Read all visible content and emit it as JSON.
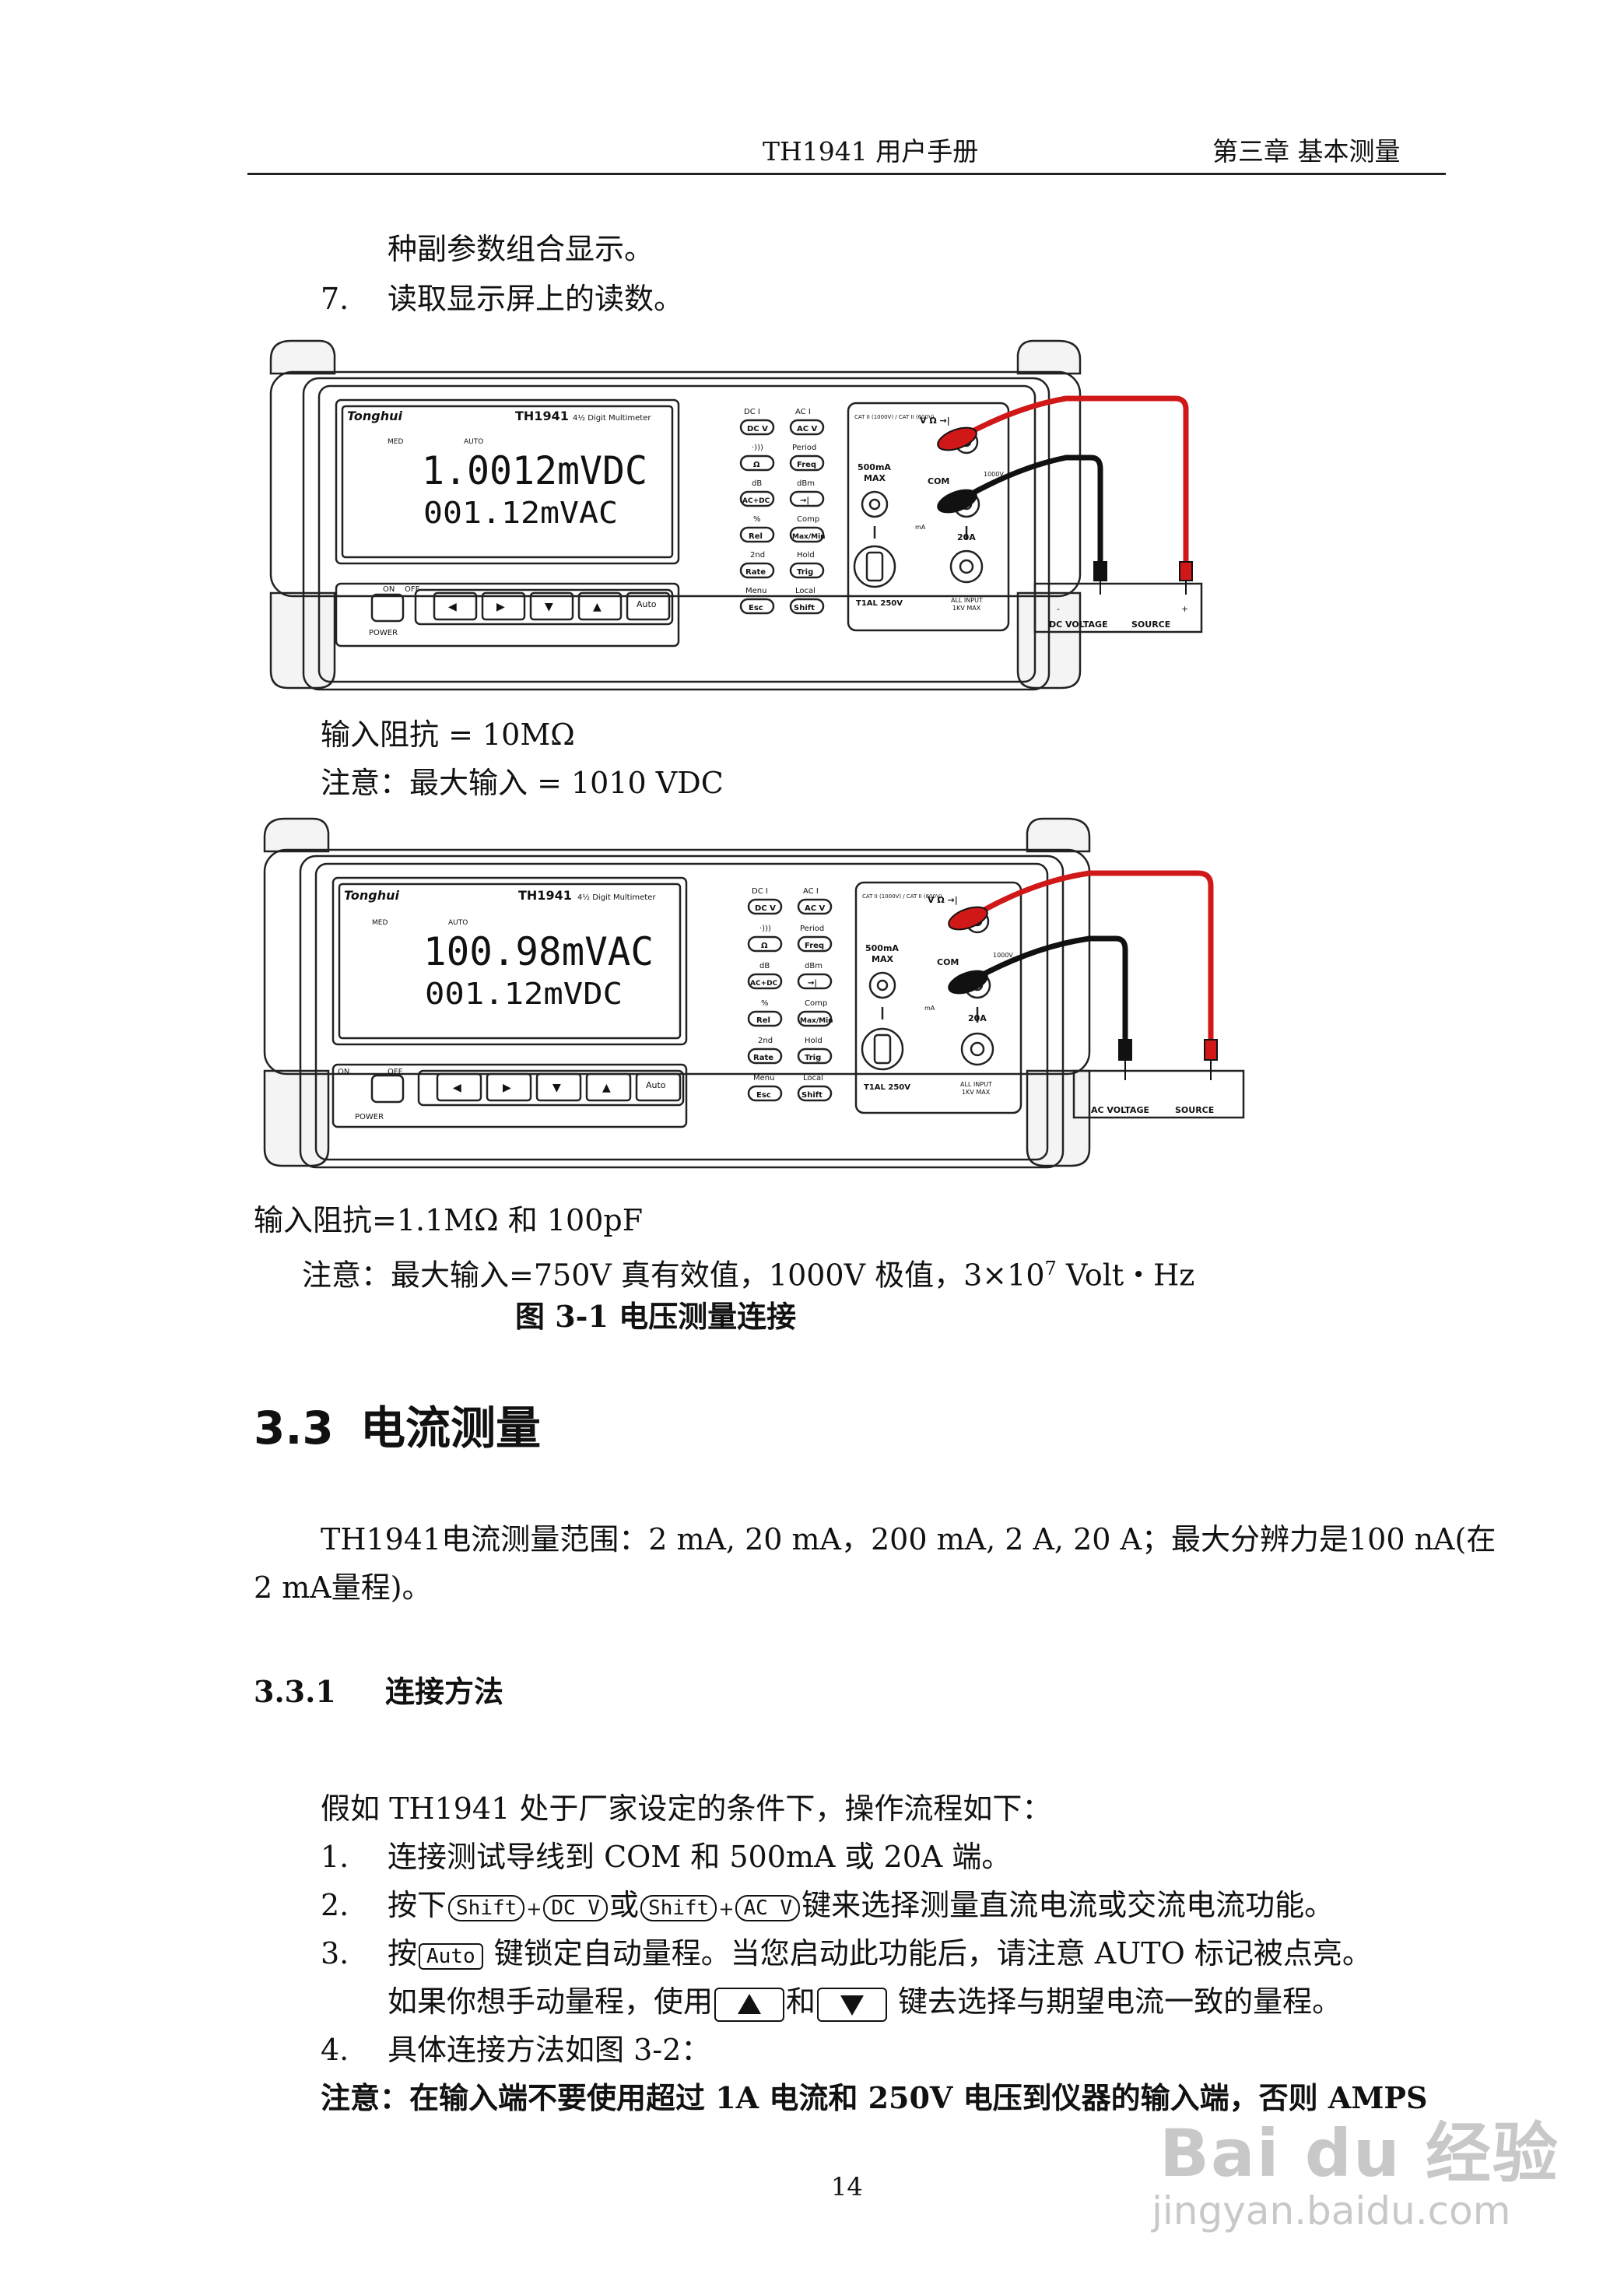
{
  "header": {
    "left": "TH1941  用户手册",
    "right": "第三章  基本测量"
  },
  "intro": {
    "continuation": "种副参数组合显示。",
    "step7_num": "7.",
    "step7_text": "读取显示屏上的读数。"
  },
  "meter_panel": {
    "brand": "Tonghui",
    "model": "TH1941",
    "model_sub": "4½ Digit Multimeter",
    "ind_med": "MED",
    "ind_auto": "AUTO",
    "col_dc": "DC I",
    "col_ac": "AC I",
    "keys_left": [
      "DC V",
      "Ω",
      "AC+DC",
      "Rel",
      "Rate",
      "Esc"
    ],
    "keys_right": [
      "AC V",
      "Freq",
      "→|",
      "Max/Min",
      "Trig",
      "Shift"
    ],
    "sub_left": [
      "",
      "·)))",
      "dB",
      "%",
      "2nd",
      "Menu"
    ],
    "sub_right": [
      "",
      "Period",
      "dBm",
      "Comp",
      "Hold",
      "Local"
    ],
    "nav_keys": [
      "◀",
      "▶",
      "▼",
      "▲",
      "Auto"
    ],
    "power_on": "ON",
    "power_off": "OFF",
    "power_label": "POWER",
    "term_vohm": "V Ω →|",
    "term_cat": "CAT II (1000V) / CAT II (600V)",
    "term_500ma": "500mA",
    "term_max": "MAX",
    "term_com": "COM",
    "term_1000v": "1000V",
    "term_ma": "mA",
    "term_20a": "20A",
    "term_fuse": "T1AL 250V",
    "term_allinput": "ALL INPUT",
    "term_1kv": "1KV MAX"
  },
  "fig1": {
    "line1": "1.0012mVDC",
    "line2": "001.12mVAC",
    "source_minus": "-",
    "source_plus": "+",
    "source_label_left": "DC VOLTAGE",
    "source_label_right": "SOURCE"
  },
  "fig1_notes": {
    "impedance": "输入阻抗 = 10MΩ",
    "max": "注意：最大输入 = 1010 VDC"
  },
  "fig2": {
    "line1": "100.98mVAC",
    "line2": "001.12mVDC",
    "source_label_left": "AC VOLTAGE",
    "source_label_right": "SOURCE"
  },
  "fig2_notes": {
    "impedance": "输入阻抗=1.1MΩ 和 100pF",
    "max_prefix": "注意：最大输入=750V 真有效值，1000V 极值，3×10",
    "max_exp": "7",
    "max_suffix": " Volt・Hz",
    "caption": "图 3-1  电压测量连接"
  },
  "section": {
    "number": "3.3",
    "title": "电流测量"
  },
  "section_body": {
    "line1": "TH1941电流测量范围：2 mA, 20 mA，200 mA, 2 A, 20 A；最大分辨力是100 nA(在",
    "line2": "2 mA量程)。"
  },
  "subsection": {
    "number": "3.3.1",
    "title": "连接方法"
  },
  "steps": {
    "intro": "假如 TH1941 处于厂家设定的条件下，操作流程如下：",
    "s1_num": "1.",
    "s1": "连接测试导线到 COM 和 500mA 或 20A 端。",
    "s2_num": "2.",
    "s2_a": "按下",
    "s2_key1": "Shift",
    "s2_plus1": "+",
    "s2_key2": "DC V",
    "s2_or": "或",
    "s2_key3": "Shift",
    "s2_plus2": "+",
    "s2_key4": "AC V",
    "s2_b": "键来选择测量直流电流或交流电流功能。",
    "s3_num": "3.",
    "s3_a": "按",
    "s3_key": "Auto",
    "s3_b": " 键锁定自动量程。当您启动此功能后，请注意 AUTO 标记被点亮。",
    "s3_line2_a": "如果你想手动量程，使用",
    "s3_and": "和",
    "s3_line2_b": " 键去选择与期望电流一致的量程。",
    "s4_num": "4.",
    "s4": "具体连接方法如图 3-2：",
    "note": "注意：在输入端不要使用超过 1A 电流和 250V 电压到仪器的输入端，否则 AMPS"
  },
  "page_number": "14",
  "watermark": {
    "logo": "Bai du 经验",
    "url": "jingyan.baidu.com"
  }
}
